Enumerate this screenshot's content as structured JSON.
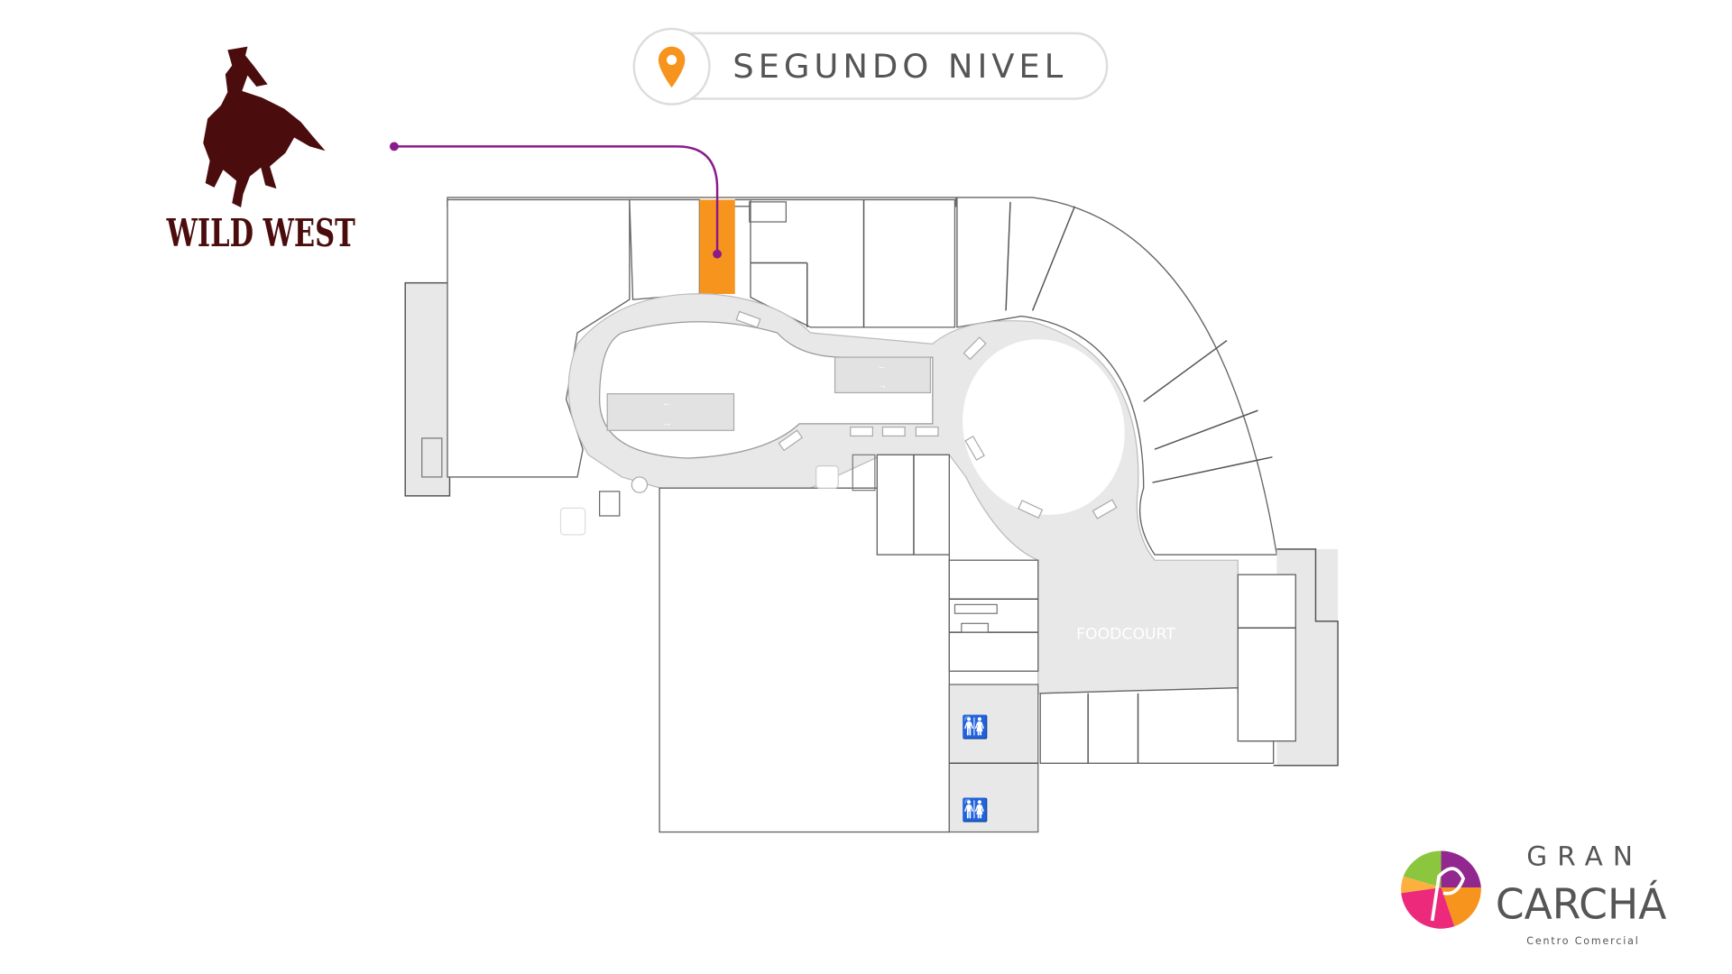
{
  "header": {
    "level_title": "SEGUNDO NIVEL",
    "icon": "map-pin-icon"
  },
  "store": {
    "name": "WILD WEST",
    "highlight_color": "#f7941d",
    "connector_color": "#8b1a8b",
    "logo_color": "#4a0c0c"
  },
  "map": {
    "foodcourt_label": "FOODCOURT",
    "escalator_up": "←",
    "escalator_down": "→"
  },
  "brand": {
    "line1": "GRAN",
    "line2": "CARCHÁ",
    "tagline": "Centro Comercial"
  }
}
